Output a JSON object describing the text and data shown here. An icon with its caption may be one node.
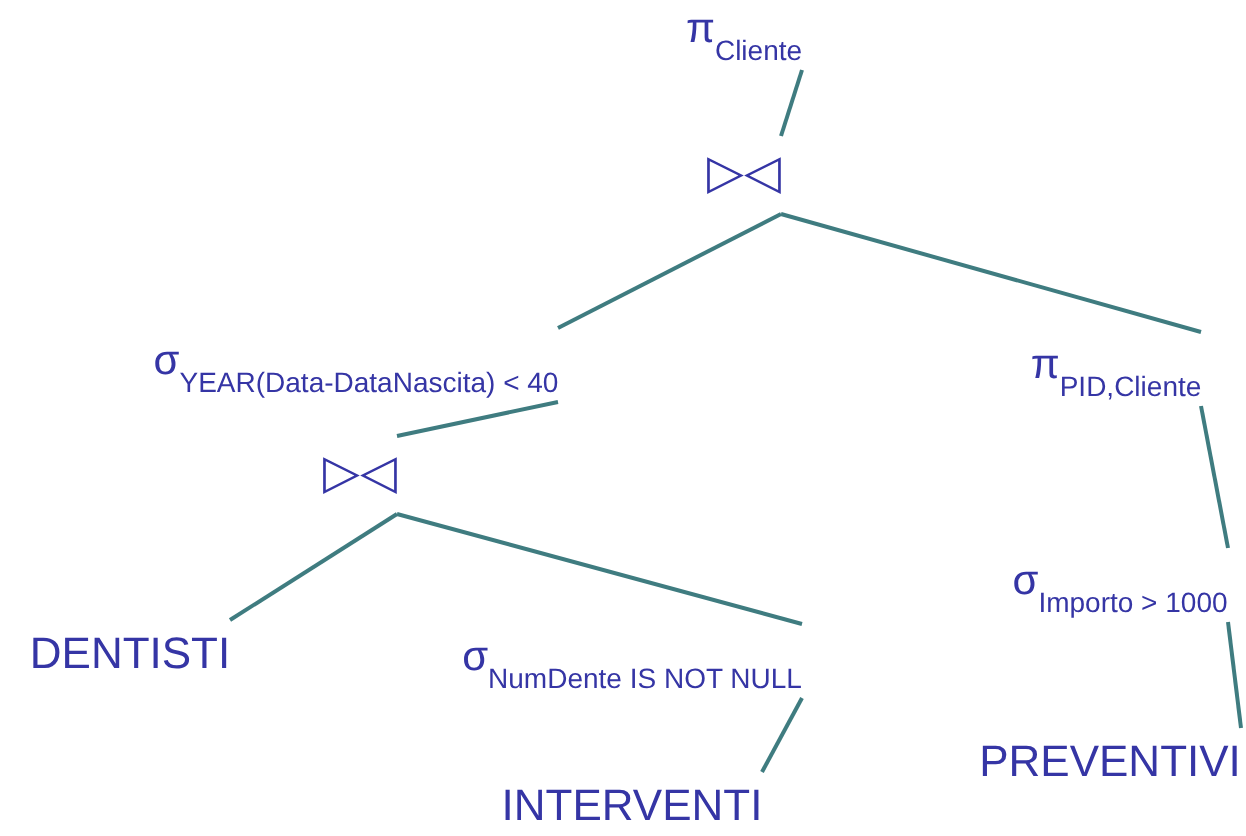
{
  "diagram": {
    "nodes": [
      {
        "text": [
          "π$_{Cliente}$"
        ]
      },
      {
        "text": [
          "▷◁"
        ]
      },
      {
        "text": [
          "σ$_{YEAR(Data-DataNascita) < 40}$"
        ]
      },
      {
        "text": [
          "π$_{PID,Cliente}$"
        ]
      },
      {
        "text": [
          "▷◁"
        ]
      },
      {
        "text": [
          "σ$_{Importo > 1000}$"
        ]
      },
      {
        "text": [
          "DENTISTI"
        ]
      },
      {
        "text": [
          "σ$_{NumDente IS NOT NULL}$"
        ]
      },
      {
        "text": [
          "PREVENTIVI"
        ]
      },
      {
        "text": [
          "INTERVENTI"
        ]
      }
    ],
    "edges": [
      {
        "from": 0,
        "to": 1,
        "arrow": "none"
      },
      {
        "from": 1,
        "to": 2,
        "arrow": "none"
      },
      {
        "from": 1,
        "to": 3,
        "arrow": "none"
      },
      {
        "from": 2,
        "to": 4,
        "arrow": "none"
      },
      {
        "from": 4,
        "to": 6,
        "arrow": "none"
      },
      {
        "from": 4,
        "to": 7,
        "arrow": "none"
      },
      {
        "from": 3,
        "to": 5,
        "arrow": "none"
      },
      {
        "from": 5,
        "to": 8,
        "arrow": "none"
      },
      {
        "from": 7,
        "to": 9,
        "arrow": "none"
      }
    ]
  }
}
